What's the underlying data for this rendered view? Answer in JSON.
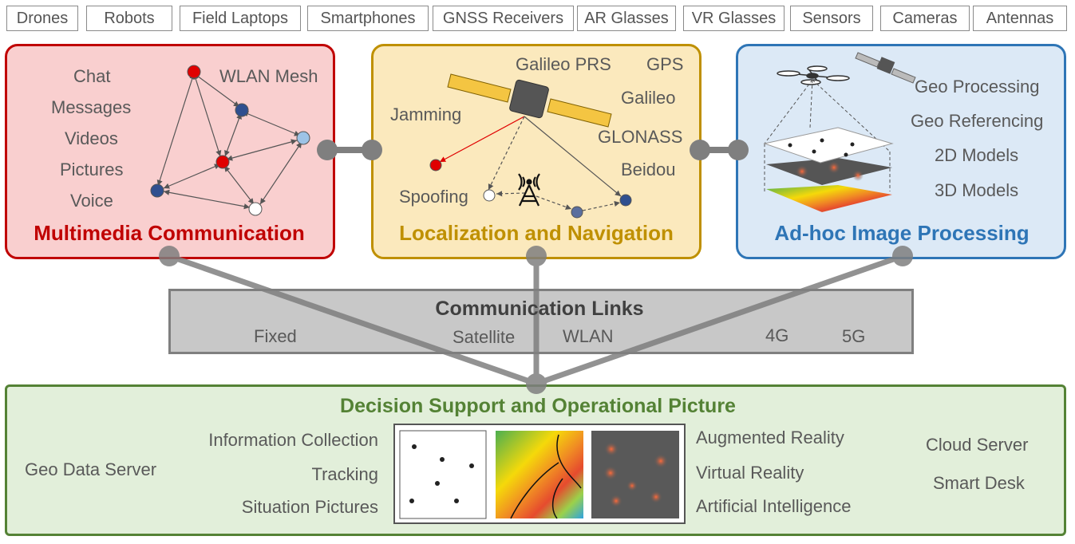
{
  "devices": [
    "Drones",
    "Robots",
    "Field Laptops",
    "Smartphones",
    "GNSS Receivers",
    "AR Glasses",
    "VR Glasses",
    "Sensors",
    "Cameras",
    "Antennas"
  ],
  "multimedia": {
    "title": "Multimedia Communication",
    "items": [
      "Chat",
      "Messages",
      "Videos",
      "Pictures",
      "Voice"
    ],
    "mesh_label": "WLAN Mesh"
  },
  "localization": {
    "title": "Localization and Navigation",
    "galileo_prs": "Galileo PRS",
    "gps": "GPS",
    "galileo": "Galileo",
    "glonass": "GLONASS",
    "beidou": "Beidou",
    "jamming": "Jamming",
    "spoofing": "Spoofing"
  },
  "imaging": {
    "title": "Ad-hoc Image Processing",
    "items": [
      "Geo Processing",
      "Geo Referencing",
      "2D Models",
      "3D Models"
    ]
  },
  "links": {
    "title": "Communication Links",
    "items": [
      "Fixed",
      "Satellite",
      "WLAN",
      "4G",
      "5G"
    ]
  },
  "decision": {
    "title": "Decision Support and Operational Picture",
    "left": "Geo Data Server",
    "mid_left": [
      "Information Collection",
      "Tracking",
      "Situation Pictures"
    ],
    "mid_right": [
      "Augmented Reality",
      "Virtual Reality",
      "Artificial Intelligence"
    ],
    "right": [
      "Cloud Server",
      "Smart Desk"
    ]
  },
  "colors": {
    "multimedia": "#c00000",
    "localization": "#bf9000",
    "imaging": "#2e75b6",
    "decision": "#548235",
    "links_title": "#404040"
  }
}
